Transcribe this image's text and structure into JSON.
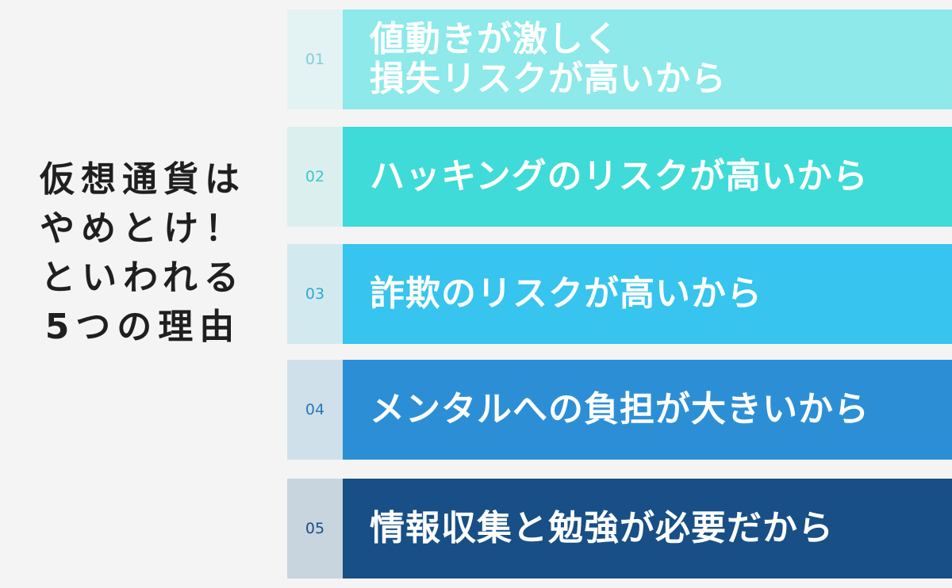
{
  "headline": {
    "lines": [
      "仮想通貨は",
      "やめとけ！",
      "といわれる",
      "5つの理由"
    ]
  },
  "reasons": [
    {
      "number": "01",
      "lines": [
        "値動きが激しく",
        "損失リスクが高いから"
      ]
    },
    {
      "number": "02",
      "lines": [
        "ハッキングのリスクが高いから"
      ]
    },
    {
      "number": "03",
      "lines": [
        "詐欺のリスクが高いから"
      ]
    },
    {
      "number": "04",
      "lines": [
        "メンタルへの負担が大きいから"
      ]
    },
    {
      "number": "05",
      "lines": [
        "情報収集と勉強が必要だから"
      ]
    }
  ]
}
